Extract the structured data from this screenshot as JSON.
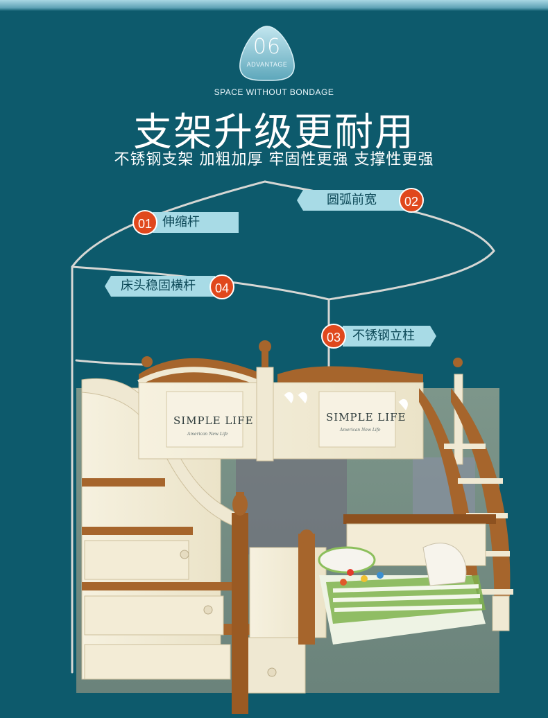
{
  "badge": {
    "number": "06",
    "label": "ADVANTAGE"
  },
  "subtitle_en": "SPACE WITHOUT BONDAGE",
  "headline": "支架升级更耐用",
  "tagline": "不锈钢支架 加粗加厚 牢固性更强 支撑性更强",
  "features": [
    {
      "number": "01",
      "label": "伸缩杆"
    },
    {
      "number": "02",
      "label": "圆弧前宽"
    },
    {
      "number": "03",
      "label": "不锈钢立柱"
    },
    {
      "number": "04",
      "label": "床头稳固横杆"
    }
  ],
  "bed_print": {
    "brand": "SIMPLE LIFE",
    "script": "American New Life"
  },
  "colors": {
    "background": "#0d5a6c",
    "tag_fill": "#a8dbe6",
    "number_circle": "#e0481d",
    "badge_fill": "#8fc9d8"
  }
}
